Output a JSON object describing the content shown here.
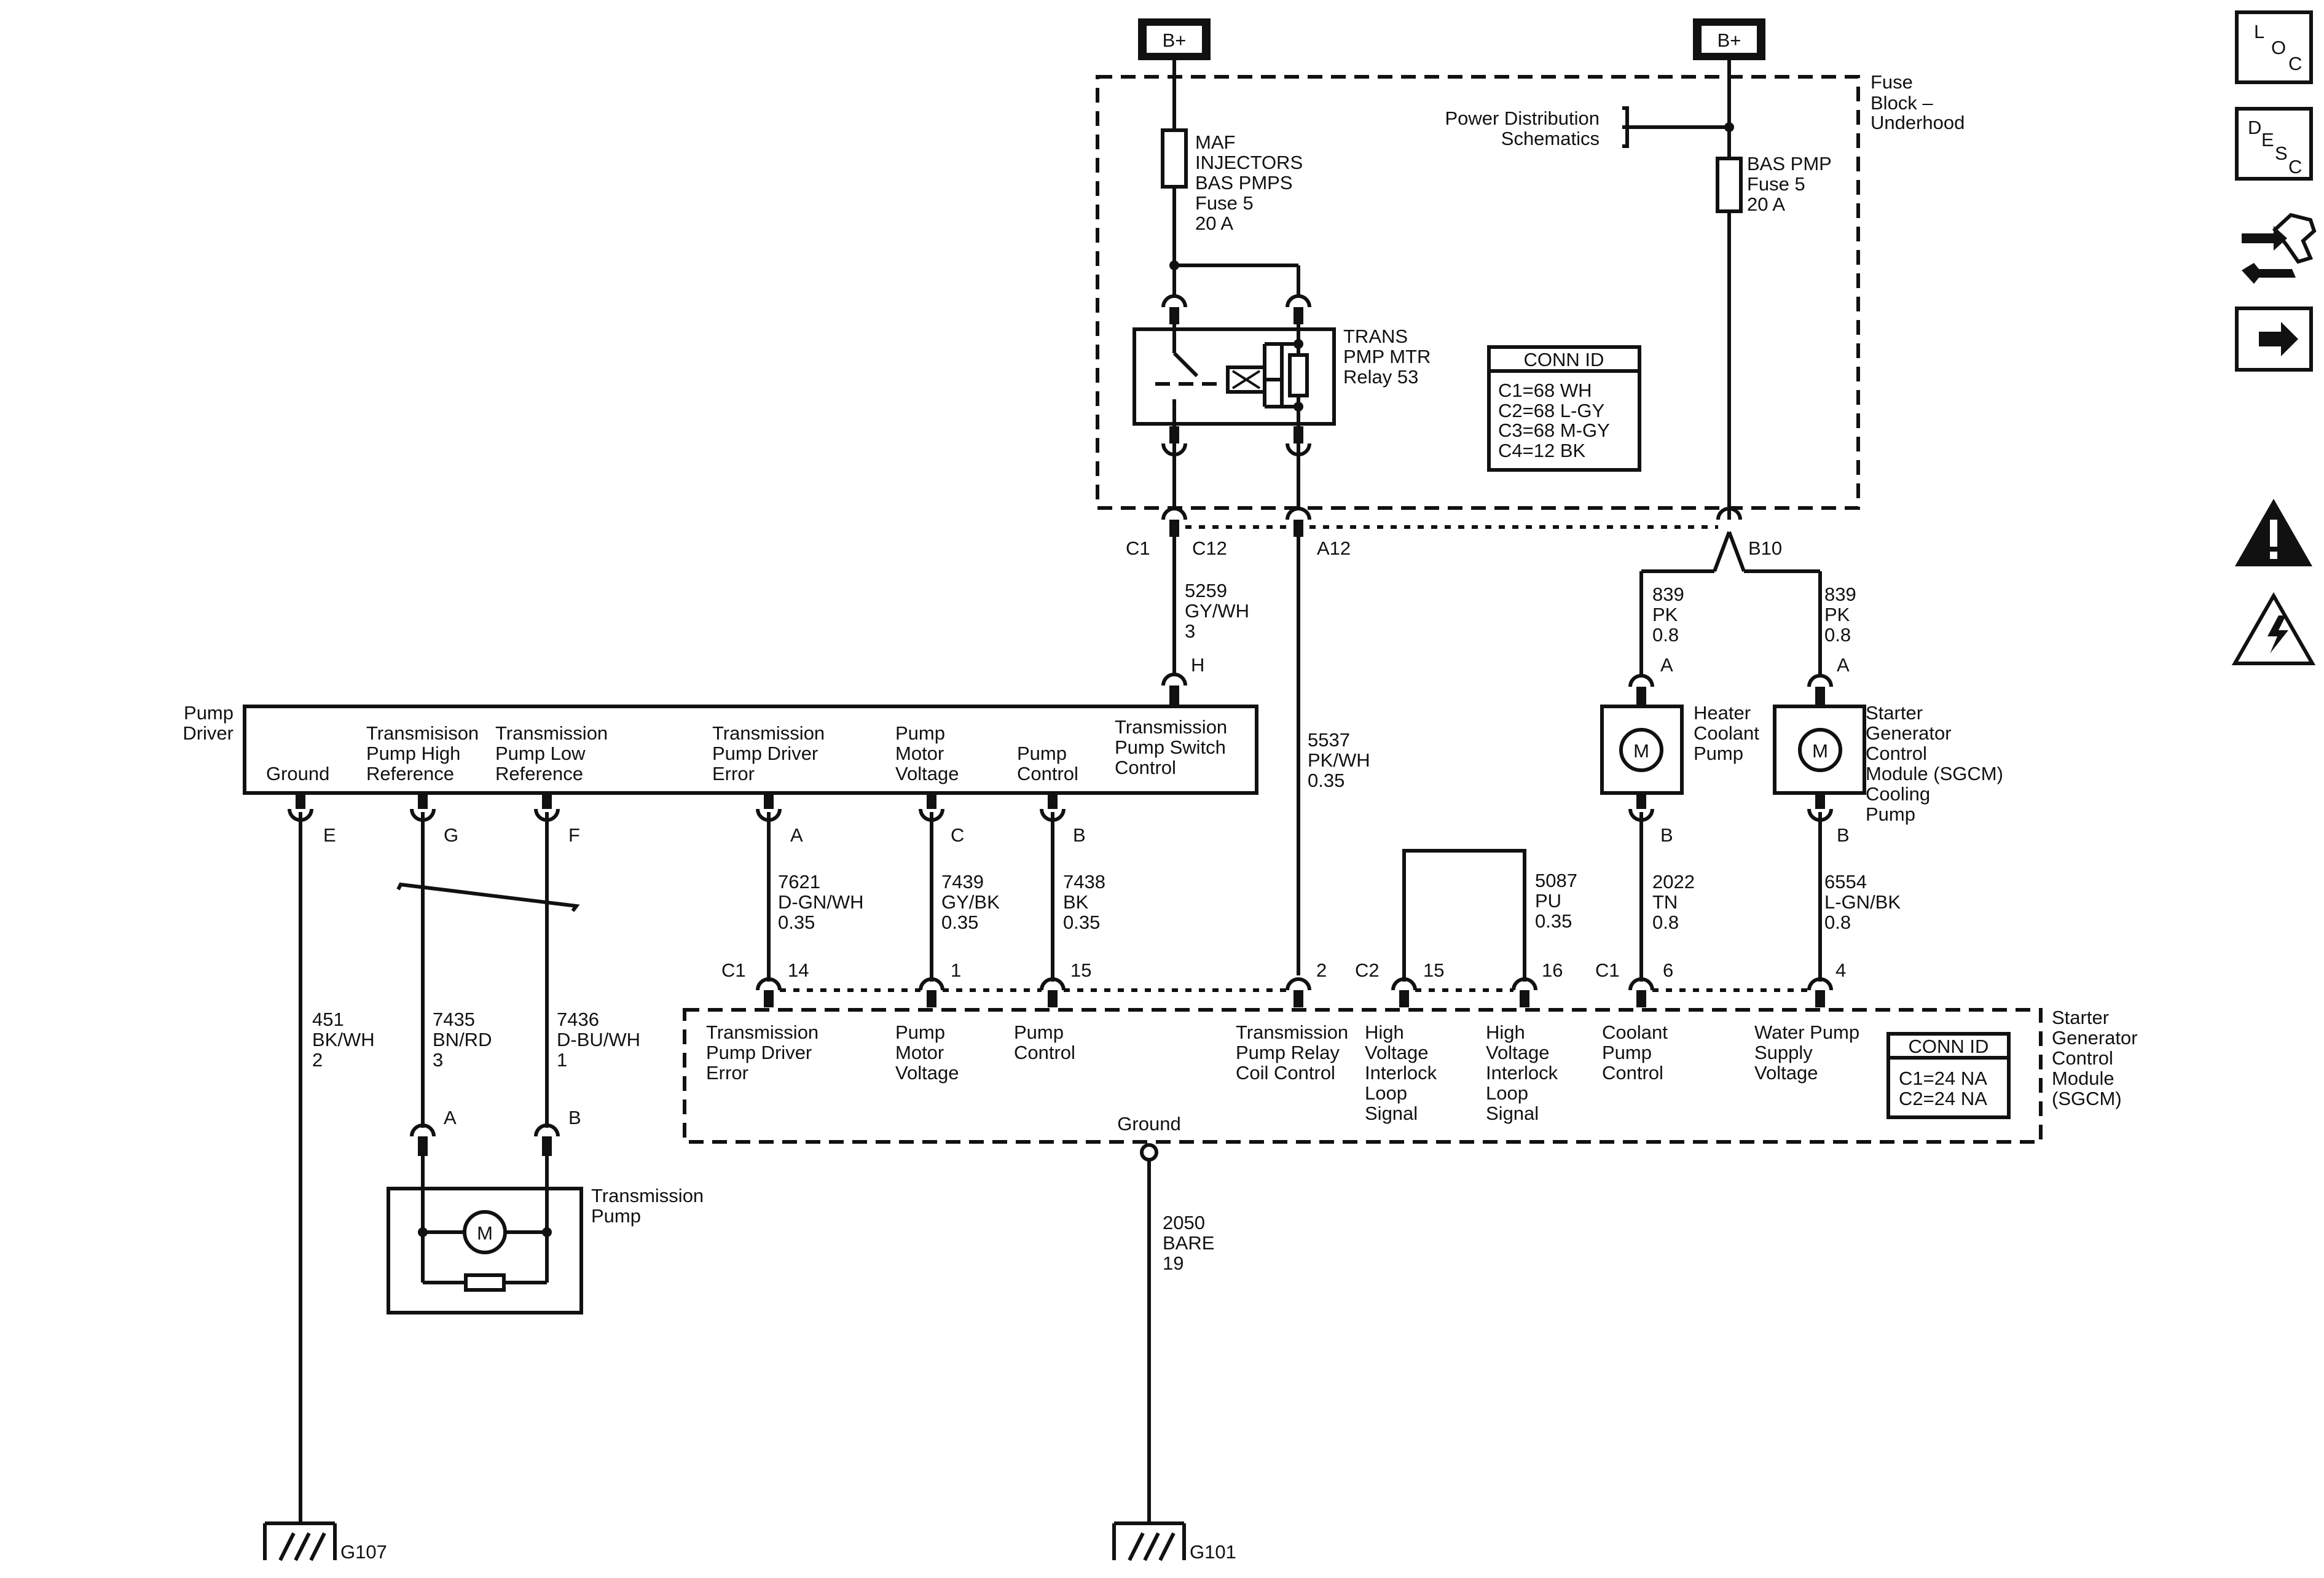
{
  "power": {
    "bplus_left": "B+",
    "bplus_right": "B+"
  },
  "fuse_block": {
    "label": [
      "Fuse",
      "Block –",
      "Underhood"
    ],
    "pds_ref": [
      "Power Distribution",
      "Schematics"
    ],
    "fuse_left": [
      "MAF",
      "INJECTORS",
      "BAS PMPS",
      "Fuse 5",
      "20 A"
    ],
    "fuse_right": [
      "BAS PMP",
      "Fuse 5",
      "20 A"
    ],
    "relay": [
      "TRANS",
      "PMP MTR",
      "Relay 53"
    ],
    "conn_id_title": "CONN ID",
    "conn_ids": [
      "C1=68 WH",
      "C2=68 L-GY",
      "C3=68 M-GY",
      "C4=12 BK"
    ],
    "pin_c1": "C1",
    "pin_c12": "C12",
    "pin_a12": "A12",
    "pin_b10": "B10"
  },
  "wires": {
    "w5259": [
      "5259",
      "GY/WH",
      "3"
    ],
    "w5537": [
      "5537",
      "PK/WH",
      "0.35"
    ],
    "w839_left": [
      "839",
      "PK",
      "0.8"
    ],
    "w839_right": [
      "839",
      "PK",
      "0.8"
    ],
    "w7621": [
      "7621",
      "D-GN/WH",
      "0.35"
    ],
    "w7439": [
      "7439",
      "GY/BK",
      "0.35"
    ],
    "w7438": [
      "7438",
      "BK",
      "0.35"
    ],
    "w5087": [
      "5087",
      "PU",
      "0.35"
    ],
    "w2022": [
      "2022",
      "TN",
      "0.8"
    ],
    "w6554": [
      "6554",
      "L-GN/BK",
      "0.8"
    ],
    "w451": [
      "451",
      "BK/WH",
      "2"
    ],
    "w7435": [
      "7435",
      "BN/RD",
      "3"
    ],
    "w7436": [
      "7436",
      "D-BU/WH",
      "1"
    ],
    "w2050": [
      "2050",
      "BARE",
      "19"
    ]
  },
  "pump_driver": {
    "label": [
      "Pump",
      "Driver"
    ],
    "ground": "Ground",
    "tp_high": [
      "Transmisison",
      "Pump High",
      "Reference"
    ],
    "tp_low": [
      "Transmission",
      "Pump Low",
      "Reference"
    ],
    "tp_err": [
      "Transmission",
      "Pump Driver",
      "Error"
    ],
    "motor_v": [
      "Pump",
      "Motor",
      "Voltage"
    ],
    "pump_ctl": [
      "Pump",
      "Control"
    ],
    "switch_ctl": [
      "Transmission",
      "Pump Switch",
      "Control"
    ],
    "pins": {
      "E": "E",
      "G": "G",
      "F": "F",
      "A": "A",
      "C": "C",
      "B": "B",
      "H": "H"
    }
  },
  "heater_pump": {
    "label": [
      "Heater",
      "Coolant",
      "Pump"
    ],
    "pin_a": "A",
    "pin_b": "B",
    "motor": "M"
  },
  "sgcm_pump": {
    "label": [
      "Starter",
      "Generator",
      "Control",
      "Module (SGCM)",
      "Cooling",
      "Pump"
    ],
    "pin_a": "A",
    "pin_b": "B",
    "motor": "M"
  },
  "sgcm": {
    "label": [
      "Starter",
      "Generator",
      "Control",
      "Module",
      "(SGCM)"
    ],
    "tp_err": [
      "Transmission",
      "Pump Driver",
      "Error"
    ],
    "motor_v": [
      "Pump",
      "Motor",
      "Voltage"
    ],
    "pump_ctl": [
      "Pump",
      "Control"
    ],
    "relay_ctl": [
      "Transmission",
      "Pump Relay",
      "Coil Control"
    ],
    "hvil_1": [
      "High",
      "Voltage",
      "Interlock",
      "Loop",
      "Signal"
    ],
    "hvil_2": [
      "High",
      "Voltage",
      "Interlock",
      "Loop",
      "Signal"
    ],
    "coolant_ctl": [
      "Coolant",
      "Pump",
      "Control"
    ],
    "wp_supply": [
      "Water Pump",
      "Supply",
      "Voltage"
    ],
    "ground": "Ground",
    "conn_id_title": "CONN ID",
    "conn_ids": [
      "C1=24 NA",
      "C2=24 NA"
    ],
    "pins": {
      "c1_left": "C1",
      "p14": "14",
      "p1": "1",
      "p15": "15",
      "p2": "2",
      "c2": "C2",
      "p15b": "15",
      "p16": "16",
      "c1_right": "C1",
      "p6": "6",
      "p4": "4"
    }
  },
  "trans_pump": {
    "label": [
      "Transmission",
      "Pump"
    ],
    "pin_a": "A",
    "pin_b": "B",
    "motor": "M"
  },
  "grounds": {
    "g107": "G107",
    "g101": "G101"
  },
  "side_icons": {
    "loc": [
      "L",
      "O",
      "C"
    ],
    "desc": [
      "D",
      "E",
      "S",
      "C"
    ],
    "items": [
      "loc-icon",
      "desc-icon",
      "connector-tool-icon",
      "next-arrow-icon",
      "warning-icon",
      "high-voltage-icon"
    ]
  }
}
